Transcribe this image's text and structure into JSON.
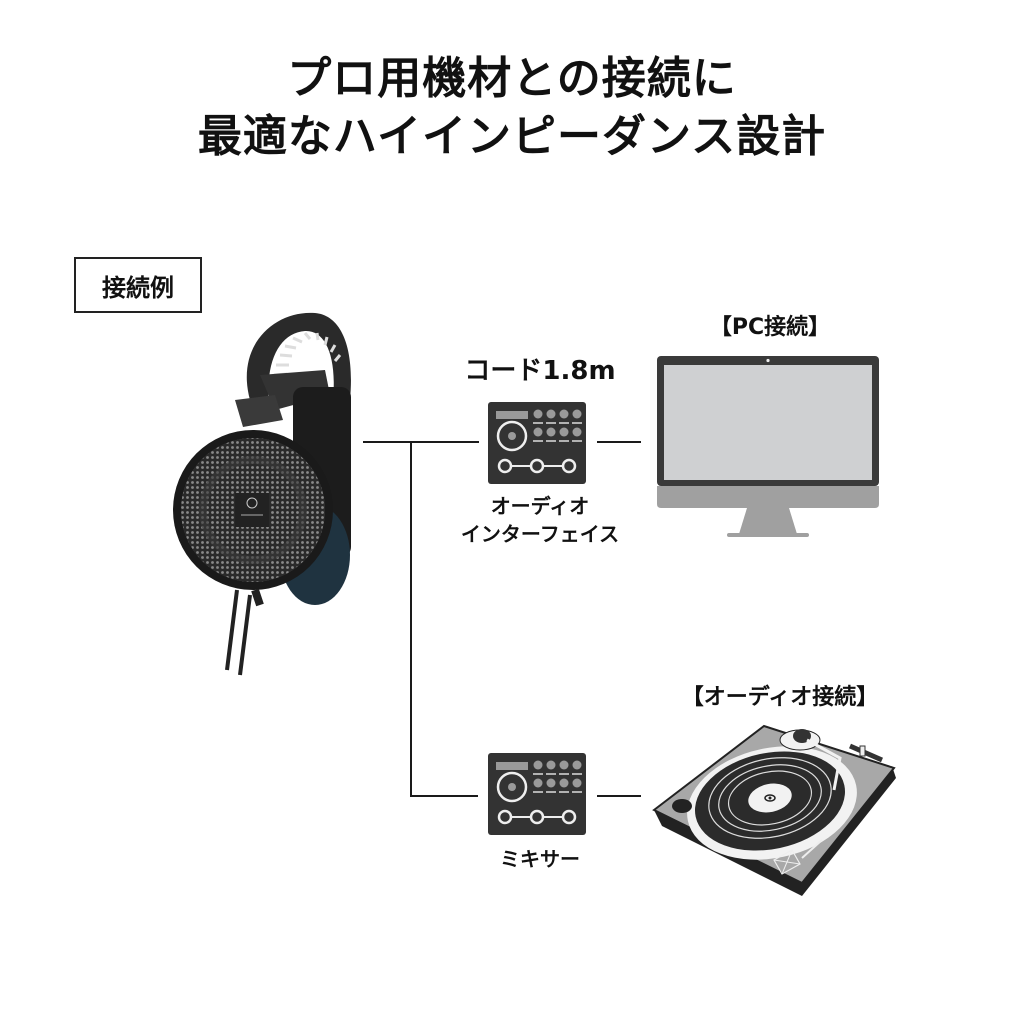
{
  "title": {
    "line1": "プロ用機材との接続に",
    "line2": "最適なハイインピーダンス設計"
  },
  "example_label": "接続例",
  "cord_label": "コード1.8m",
  "devices": {
    "audio_interface": {
      "label_line1": "オーディオ",
      "label_line2": "インターフェイス",
      "icon": "audio-interface-icon"
    },
    "mixer": {
      "label": "ミキサー",
      "icon": "mixer-icon"
    }
  },
  "connections": {
    "pc": {
      "label": "【PC接続】",
      "icon": "monitor-icon"
    },
    "audio": {
      "label": "【オーディオ接続】",
      "icon": "turntable-icon"
    }
  },
  "product": {
    "icon": "headphones-icon"
  },
  "colors": {
    "text": "#111111",
    "device_body": "#333333",
    "device_accent": "#9a9a9a",
    "monitor_bezel": "#3a3a3a",
    "monitor_screen": "#cfd0d2",
    "monitor_stand": "#a0a0a0",
    "turntable_body": "#a8a8a8",
    "headphone_pad": "#1f3340"
  }
}
